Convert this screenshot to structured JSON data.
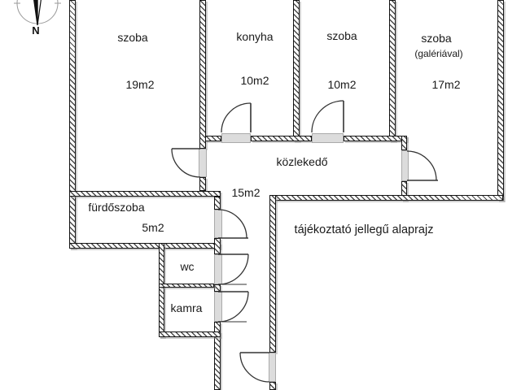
{
  "compass": {
    "north_label": "N"
  },
  "rooms": {
    "room_19": {
      "name": "szoba",
      "area": "19m2"
    },
    "kitchen": {
      "name": "konyha",
      "area": "10m2"
    },
    "room_10": {
      "name": "szoba",
      "area": "10m2"
    },
    "room_17": {
      "name": "szoba",
      "subtitle": "(galériával)",
      "area": "17m2"
    },
    "hallway": {
      "name": "közlekedő",
      "area": "15m2"
    },
    "bathroom": {
      "name": "fürdőszoba",
      "area": "5m2"
    },
    "wc": {
      "name": "wc"
    },
    "pantry": {
      "name": "kamra"
    }
  },
  "note": "tájékoztató jellegű alaprajz",
  "colors": {
    "wall_line": "#141414",
    "door_sill": "#dcdcdc"
  }
}
